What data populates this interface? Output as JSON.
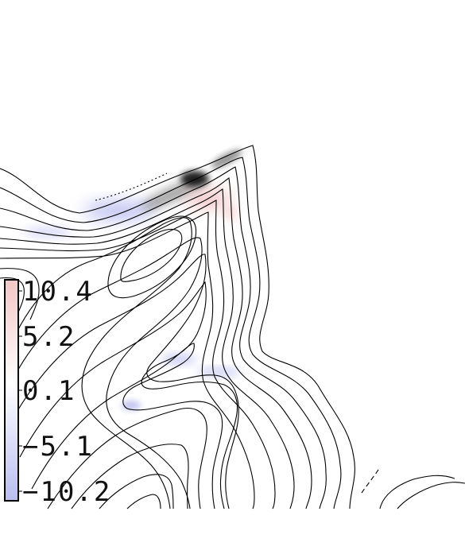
{
  "chart_data": {
    "type": "heatmap",
    "title": "",
    "xlabel": "",
    "ylabel": "",
    "colorbar": {
      "range": [
        -10.2,
        10.4
      ],
      "tick_labels": [
        "10.4",
        "5.2",
        "0.1",
        "−5.1",
        "−10.2"
      ],
      "tick_values": [
        10.4,
        5.2,
        0.1,
        -5.1,
        -10.2
      ],
      "colors": {
        "low": "#6f6fd8",
        "mid": "#ffffff",
        "high": "#e88a8a"
      }
    },
    "overlay": {
      "kind": "contour",
      "line_color": "#000000",
      "levels_visible": 16,
      "filled": false
    },
    "colors": {
      "contour": "#000000",
      "frame": "#000000",
      "background": "#ffffff"
    }
  }
}
